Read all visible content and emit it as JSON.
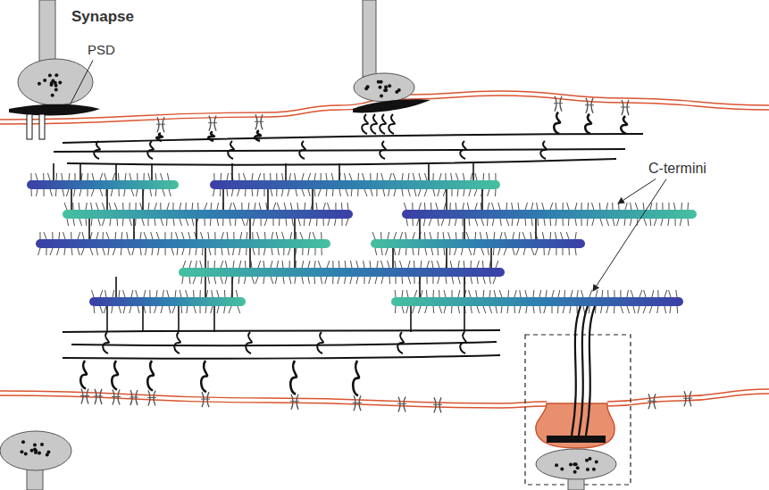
{
  "diagram": {
    "labels": [
      "Synapse",
      "PSD",
      "C-termini"
    ]
  }
}
